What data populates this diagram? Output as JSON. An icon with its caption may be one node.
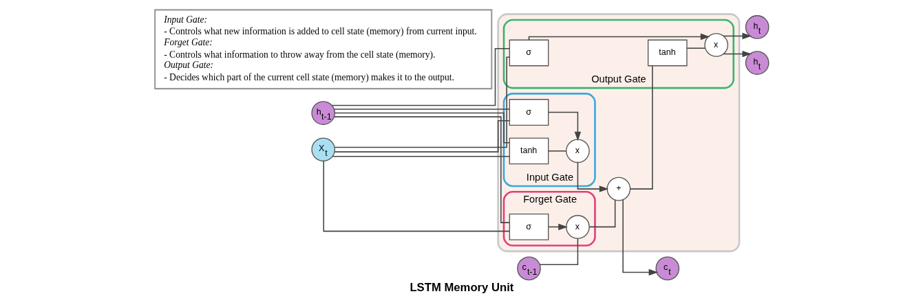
{
  "diagram": {
    "caption": "LSTM Memory Unit",
    "nodes": [
      {
        "text": [],
        "shape": "box"
      },
      {
        "text": [
          "Forget Gate"
        ],
        "in": 0
      },
      {
        "text": [
          "Input Gate"
        ],
        "in": 0
      },
      {
        "text": [
          "Output Gate"
        ],
        "in": 0
      },
      {
        "text": [
          "c$_{t-1}$"
        ]
      },
      {
        "text": [
          "h$_{t-1}$"
        ]
      },
      {
        "text": [
          "X$_{t}$"
        ]
      },
      {
        "text": [
          "x"
        ],
        "in": 1
      },
      {
        "text": [
          "σ"
        ],
        "in": 1
      },
      {
        "text": [
          "+"
        ],
        "in": 0
      },
      {
        "text": [
          "σ"
        ],
        "in": 2
      },
      {
        "text": [
          "tanh"
        ],
        "in": 2
      },
      {
        "text": [
          "x"
        ],
        "in": 2
      },
      {
        "text": [
          "σ"
        ],
        "in": 3
      },
      {
        "text": [
          "tanh"
        ],
        "in": 3
      },
      {
        "text": [
          "x"
        ],
        "in": 3
      },
      {
        "text": [
          "h$_{t}$"
        ]
      },
      {
        "text": [
          "c$_{t}$"
        ]
      },
      {
        "text": [
          "h$_{t}$"
        ]
      },
      {
        "text": [
          "Input Gate:",
          "- Controls what new information is added to cell state (memory) from current input.",
          "Forget Gate:",
          "- Controls what information to throw away from the cell state (memory).",
          "Output Gate:",
          "- Decides which part of the current cell state (memory) makes it to the output."
        ]
      }
    ],
    "edges": [
      {
        "from": 4,
        "to": 7,
        "arrow": "none"
      },
      {
        "from": 7,
        "to": 9,
        "arrow": "none"
      },
      {
        "from": 9,
        "to": 17,
        "arrow": "to"
      },
      {
        "from": 9,
        "to": 14,
        "arrow": "none"
      },
      {
        "from": 5,
        "to": 8,
        "arrow": "none"
      },
      {
        "from": 5,
        "to": 10,
        "arrow": "none"
      },
      {
        "from": 5,
        "to": 11,
        "arrow": "none"
      },
      {
        "from": 5,
        "to": 13,
        "arrow": "none"
      },
      {
        "from": 6,
        "to": 8,
        "arrow": "none"
      },
      {
        "from": 6,
        "to": 10,
        "arrow": "none"
      },
      {
        "from": 6,
        "to": 11,
        "arrow": "none"
      },
      {
        "from": 6,
        "to": 13,
        "arrow": "none"
      },
      {
        "from": 8,
        "to": 7,
        "arrow": "to"
      },
      {
        "from": 10,
        "to": 12,
        "arrow": "to"
      },
      {
        "from": 11,
        "to": 12,
        "arrow": "none"
      },
      {
        "from": 12,
        "to": 9,
        "arrow": "to"
      },
      {
        "from": 13,
        "to": 15,
        "arrow": "to"
      },
      {
        "from": 14,
        "to": 15,
        "arrow": "none"
      },
      {
        "from": 15,
        "to": 18,
        "arrow": "to"
      },
      {
        "from": 15,
        "to": 16,
        "arrow": "to"
      }
    ]
  }
}
